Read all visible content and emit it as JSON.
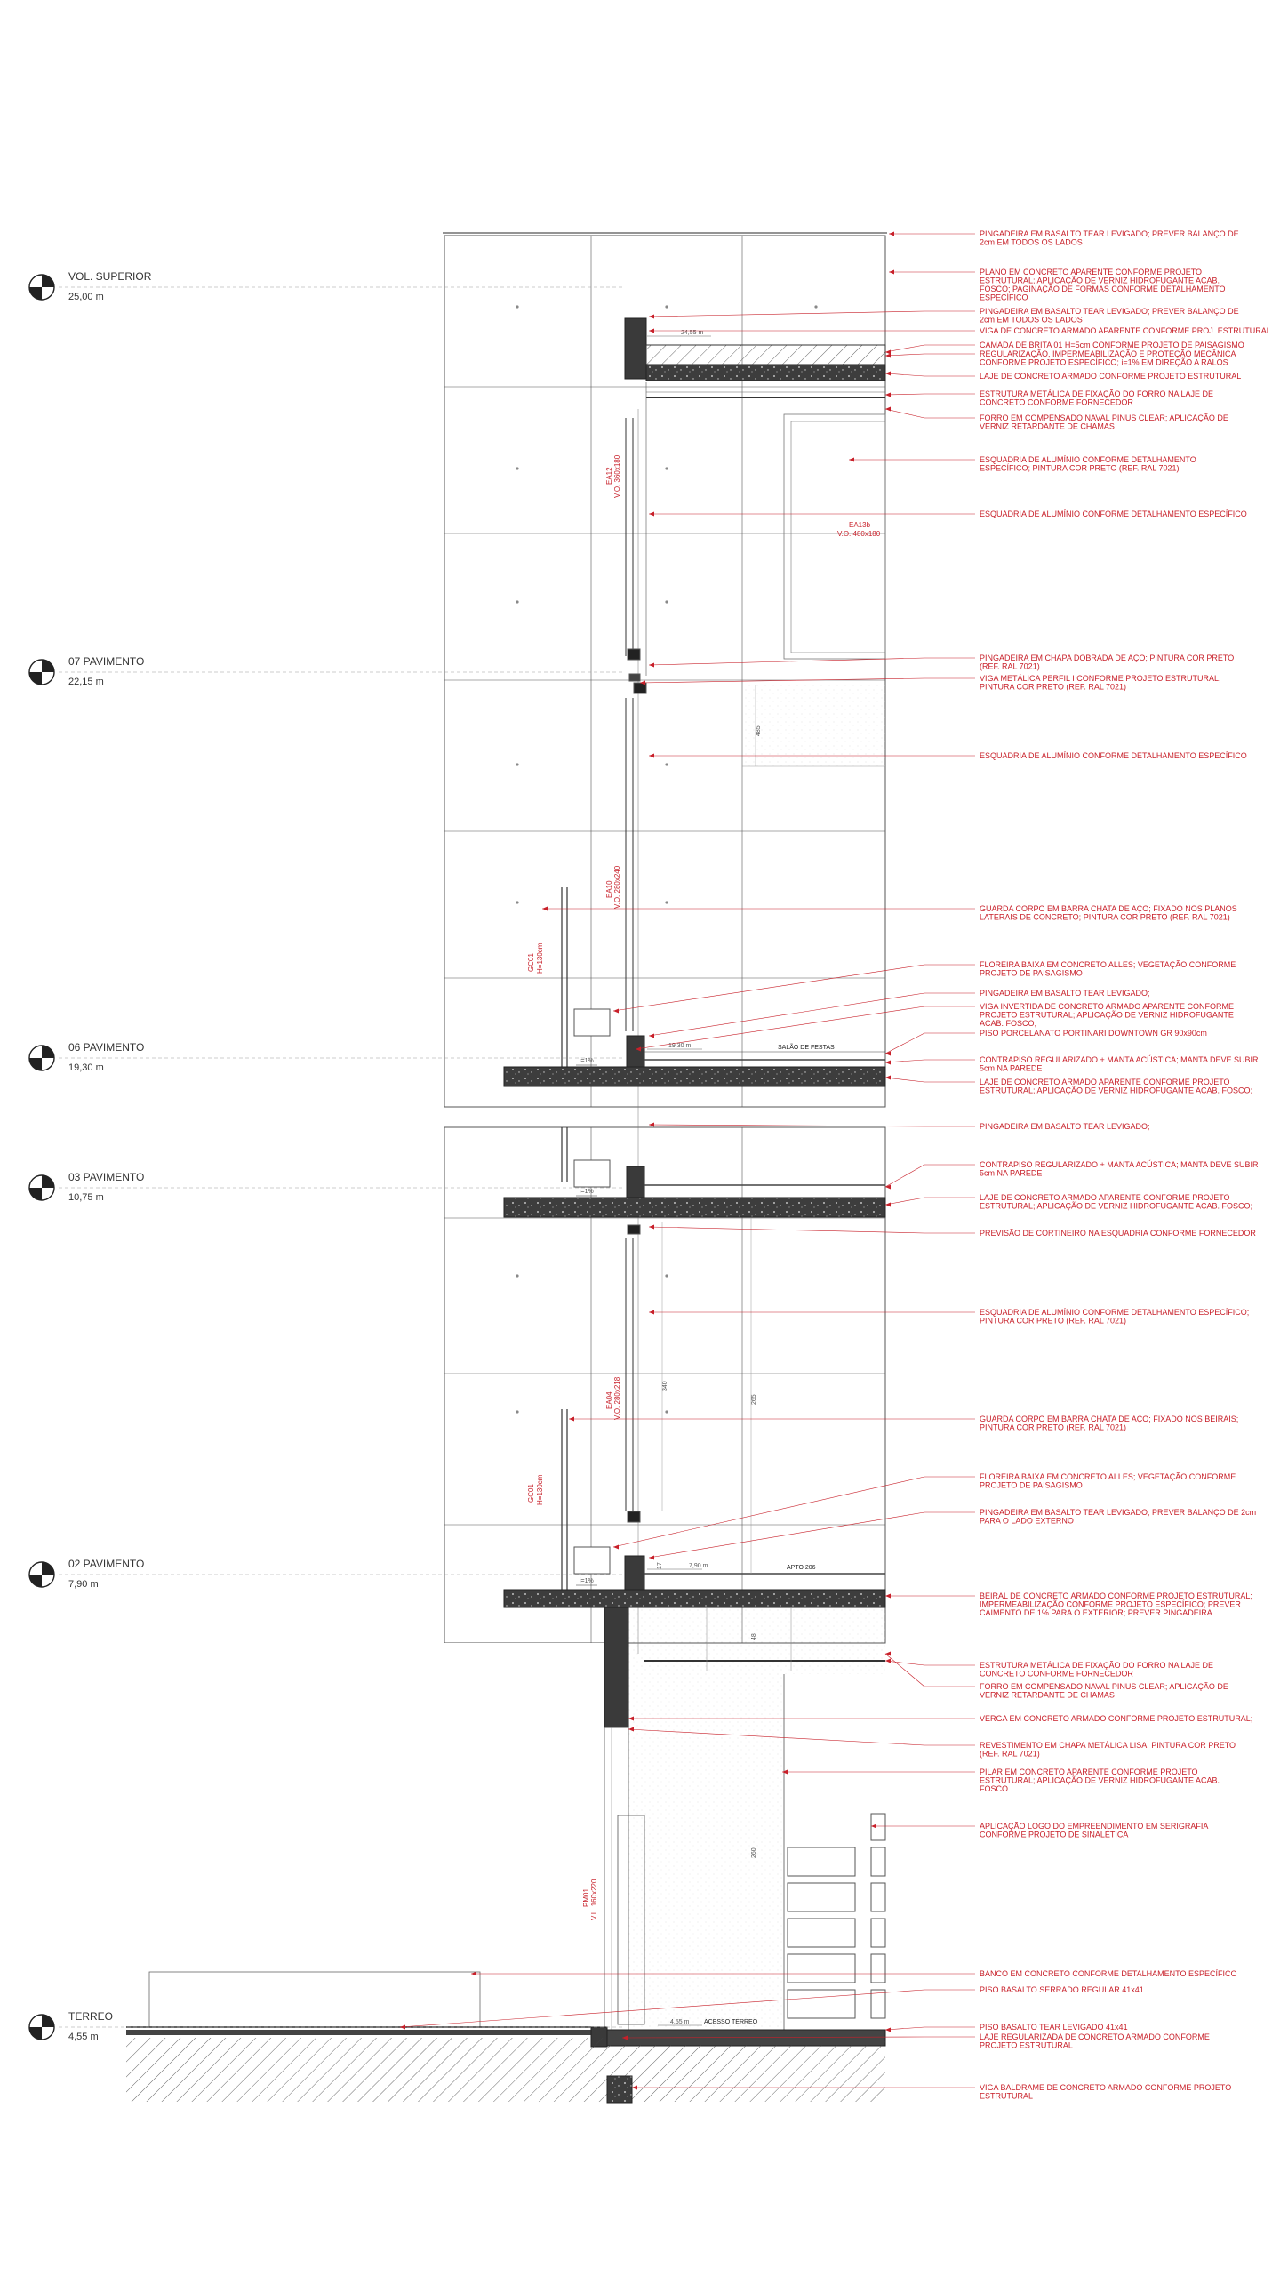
{
  "colors": {
    "annotation": "#c8202a",
    "concrete": "#3a3a3a",
    "line": "#555555"
  },
  "levels": [
    {
      "name": "VOL. SUPERIOR",
      "elevation": "25,00 m"
    },
    {
      "name": "07 PAVIMENTO",
      "elevation": "22,15 m"
    },
    {
      "name": "06 PAVIMENTO",
      "elevation": "19,30 m"
    },
    {
      "name": "03 PAVIMENTO",
      "elevation": "10,75 m"
    },
    {
      "name": "02 PAVIMENTO",
      "elevation": "7,90 m"
    },
    {
      "name": "TERREO",
      "elevation": "4,55 m"
    }
  ],
  "tags": {
    "ea12": [
      "EA12",
      "V.O. 360x180"
    ],
    "ea13b": [
      "EA13b",
      "V.O. 480x180"
    ],
    "ea10": [
      "EA10",
      "V.O. 280x240"
    ],
    "gc01a": [
      "GC01",
      "H=130cm"
    ],
    "ea04": [
      "EA04",
      "V.O. 280x218"
    ],
    "gc01b": [
      "GC01",
      "H=130cm"
    ],
    "pm": [
      "PM01",
      "V.L. 160x220"
    ]
  },
  "dims": {
    "d1": "24,55 m",
    "d2": "19,30 m",
    "d3": "7,90 m",
    "d4": "4,55 m",
    "v485": "485",
    "v340": "340",
    "v265": "265",
    "v48": "48",
    "v260": "260",
    "v17": "17"
  },
  "rooms": {
    "salao": "SALÃO DE FESTAS",
    "apto": "APTO 206",
    "acesso": "ACESSO TERREO"
  },
  "slopes": {
    "s1": "i=1%",
    "s2": "i=1%",
    "s3": "i=1%"
  },
  "notes": [
    [
      "PINGADEIRA EM BASALTO TEAR LEVIGADO; PREVER BALANÇO DE",
      "2cm EM TODOS OS LADOS"
    ],
    [
      "PLANO EM CONCRETO APARENTE CONFORME PROJETO",
      "ESTRUTURAL; APLICAÇÃO DE VERNIZ HIDROFUGANTE ACAB.",
      "FOSCO; PAGINAÇÃO DE FORMAS CONFORME DETALHAMENTO",
      "ESPECÍFICO"
    ],
    [
      "PINGADEIRA EM BASALTO TEAR LEVIGADO; PREVER BALANÇO DE",
      "2cm EM TODOS OS LADOS"
    ],
    [
      "VIGA DE CONCRETO ARMADO APARENTE CONFORME PROJ. ESTRUTURAL"
    ],
    [
      "CAMADA DE BRITA 01 H=5cm CONFORME PROJETO DE PAISAGISMO"
    ],
    [
      "REGULARIZAÇÃO, IMPERMEABILIZAÇÃO E PROTEÇÃO MECÂNICA",
      "CONFORME PROJETO ESPECÍFICO; i=1% EM DIREÇÃO A RALOS"
    ],
    [
      "LAJE DE CONCRETO ARMADO CONFORME PROJETO ESTRUTURAL"
    ],
    [
      "ESTRUTURA METÁLICA DE FIXAÇÃO DO FORRO NA LAJE DE",
      "CONCRETO CONFORME FORNECEDOR"
    ],
    [
      "FORRO EM COMPENSADO NAVAL PINUS CLEAR; APLICAÇÃO DE",
      "VERNIZ RETARDANTE DE CHAMAS"
    ],
    [
      "ESQUADRIA DE ALUMÍNIO CONFORME DETALHAMENTO",
      "ESPECÍFICO; PINTURA COR PRETO (REF. RAL 7021)"
    ],
    [
      "ESQUADRIA DE ALUMÍNIO CONFORME DETALHAMENTO ESPECÍFICO"
    ],
    [
      "PINGADEIRA EM CHAPA DOBRADA DE AÇO; PINTURA COR PRETO",
      "(REF. RAL 7021)"
    ],
    [
      "VIGA METÁLICA PERFIL I CONFORME PROJETO ESTRUTURAL;",
      "PINTURA COR PRETO (REF. RAL 7021)"
    ],
    [
      "ESQUADRIA DE ALUMÍNIO CONFORME DETALHAMENTO ESPECÍFICO"
    ],
    [
      "GUARDA CORPO EM BARRA CHATA DE AÇO; FIXADO NOS PLANOS",
      "LATERAIS DE CONCRETO; PINTURA COR PRETO (REF. RAL 7021)"
    ],
    [
      "FLOREIRA BAIXA EM CONCRETO ALLES; VEGETAÇÃO CONFORME",
      "PROJETO DE PAISAGISMO"
    ],
    [
      "PINGADEIRA EM BASALTO TEAR LEVIGADO;"
    ],
    [
      "VIGA INVERTIDA DE CONCRETO ARMADO APARENTE CONFORME",
      "PROJETO ESTRUTURAL; APLICAÇÃO DE VERNIZ HIDROFUGANTE",
      "ACAB. FOSCO;"
    ],
    [
      "PISO PORCELANATO PORTINARI DOWNTOWN GR 90x90cm"
    ],
    [
      "CONTRAPISO REGULARIZADO + MANTA ACÚSTICA; MANTA DEVE SUBIR",
      "5cm NA PAREDE"
    ],
    [
      "LAJE DE CONCRETO ARMADO APARENTE CONFORME PROJETO",
      "ESTRUTURAL; APLICAÇÃO DE VERNIZ HIDROFUGANTE ACAB. FOSCO;"
    ],
    [
      "PINGADEIRA EM BASALTO TEAR LEVIGADO;"
    ],
    [
      "CONTRAPISO REGULARIZADO + MANTA ACÚSTICA; MANTA DEVE SUBIR",
      "5cm NA PAREDE"
    ],
    [
      "LAJE DE CONCRETO ARMADO APARENTE CONFORME PROJETO",
      "ESTRUTURAL; APLICAÇÃO DE VERNIZ HIDROFUGANTE ACAB. FOSCO;"
    ],
    [
      "PREVISÃO DE CORTINEIRO NA ESQUADRIA CONFORME FORNECEDOR"
    ],
    [
      "ESQUADRIA DE ALUMÍNIO CONFORME DETALHAMENTO ESPECÍFICO;",
      "PINTURA COR PRETO (REF. RAL 7021)"
    ],
    [
      "GUARDA CORPO EM BARRA CHATA DE AÇO; FIXADO NOS BEIRAIS;",
      "PINTURA COR PRETO (REF. RAL 7021)"
    ],
    [
      "FLOREIRA BAIXA EM CONCRETO ALLES; VEGETAÇÃO CONFORME",
      "PROJETO DE PAISAGISMO"
    ],
    [
      "PINGADEIRA EM BASALTO TEAR LEVIGADO; PREVER BALANÇO DE 2cm",
      "PARA O LADO EXTERNO"
    ],
    [
      "BEIRAL DE CONCRETO ARMADO CONFORME PROJETO ESTRUTURAL;",
      "IMPERMEABILIZAÇÃO CONFORME PROJETO ESPECÍFICO; PREVER",
      "CAIMENTO DE 1% PARA O EXTERIOR; PREVER PINGADEIRA"
    ],
    [
      "ESTRUTURA METÁLICA DE FIXAÇÃO DO FORRO NA LAJE DE",
      "CONCRETO CONFORME FORNECEDOR"
    ],
    [
      "FORRO EM COMPENSADO NAVAL PINUS CLEAR; APLICAÇÃO DE",
      "VERNIZ RETARDANTE DE CHAMAS"
    ],
    [
      "VERGA EM CONCRETO ARMADO CONFORME PROJETO ESTRUTURAL;"
    ],
    [
      "REVESTIMENTO EM CHAPA METÁLICA LISA; PINTURA COR PRETO",
      "(REF. RAL 7021)"
    ],
    [
      "PILAR EM CONCRETO APARENTE CONFORME PROJETO",
      "ESTRUTURAL; APLICAÇÃO DE VERNIZ HIDROFUGANTE ACAB.",
      "FOSCO"
    ],
    [
      "APLICAÇÃO LOGO DO EMPREENDIMENTO EM SERIGRAFIA",
      "CONFORME PROJETO DE SINALÉTICA"
    ],
    [
      "BANCO EM CONCRETO CONFORME DETALHAMENTO ESPECÍFICO"
    ],
    [
      "PISO BASALTO SERRADO REGULAR 41x41"
    ],
    [
      "PISO BASALTO TEAR LEVIGADO 41x41"
    ],
    [
      "LAJE REGULARIZADA DE CONCRETO ARMADO CONFORME",
      "PROJETO ESTRUTURAL"
    ],
    [
      "VIGA BALDRAME DE CONCRETO ARMADO CONFORME PROJETO",
      "ESTRUTURAL"
    ]
  ]
}
